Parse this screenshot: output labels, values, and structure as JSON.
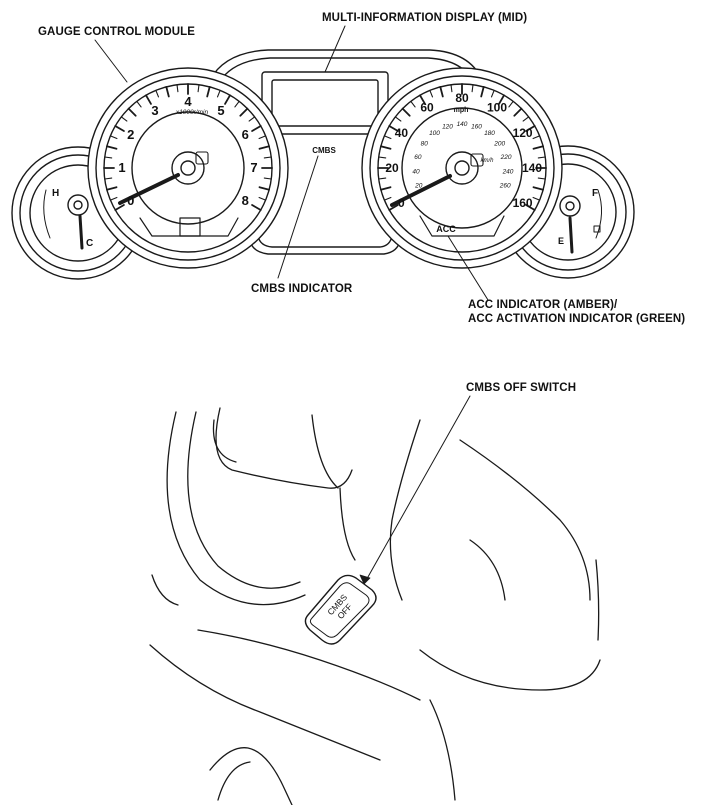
{
  "labels": {
    "gauge_control_module": "GAUGE CONTROL MODULE",
    "mid": "MULTI-INFORMATION DISPLAY (MID)",
    "cmbs_indicator": "CMBS INDICATOR",
    "acc_indicator_line1": "ACC INDICATOR (AMBER)/",
    "acc_indicator_line2": "ACC ACTIVATION INDICATOR (GREEN)",
    "cmbs_off_switch": "CMBS OFF SWITCH"
  },
  "cluster": {
    "cmbs_lamp": "CMBS",
    "acc_lamp": "ACC",
    "tach": {
      "numerals": [
        "0",
        "1",
        "2",
        "3",
        "4",
        "5",
        "6",
        "7",
        "8"
      ],
      "unit": "x1000r/min"
    },
    "speedo": {
      "mph_numerals": [
        "0",
        "20",
        "40",
        "60",
        "80",
        "100",
        "120",
        "140",
        "160"
      ],
      "mph_unit": "mph",
      "kmh_numerals": [
        "20",
        "40",
        "60",
        "80",
        "100",
        "120",
        "140",
        "160",
        "180",
        "200",
        "220",
        "240",
        "260"
      ],
      "kmh_unit": "km/h"
    },
    "temp_gauge": {
      "hot": "H",
      "cold": "C"
    },
    "fuel_gauge": {
      "full": "F",
      "empty": "E"
    }
  },
  "switch": {
    "line1": "CMBS",
    "line2": "OFF"
  }
}
